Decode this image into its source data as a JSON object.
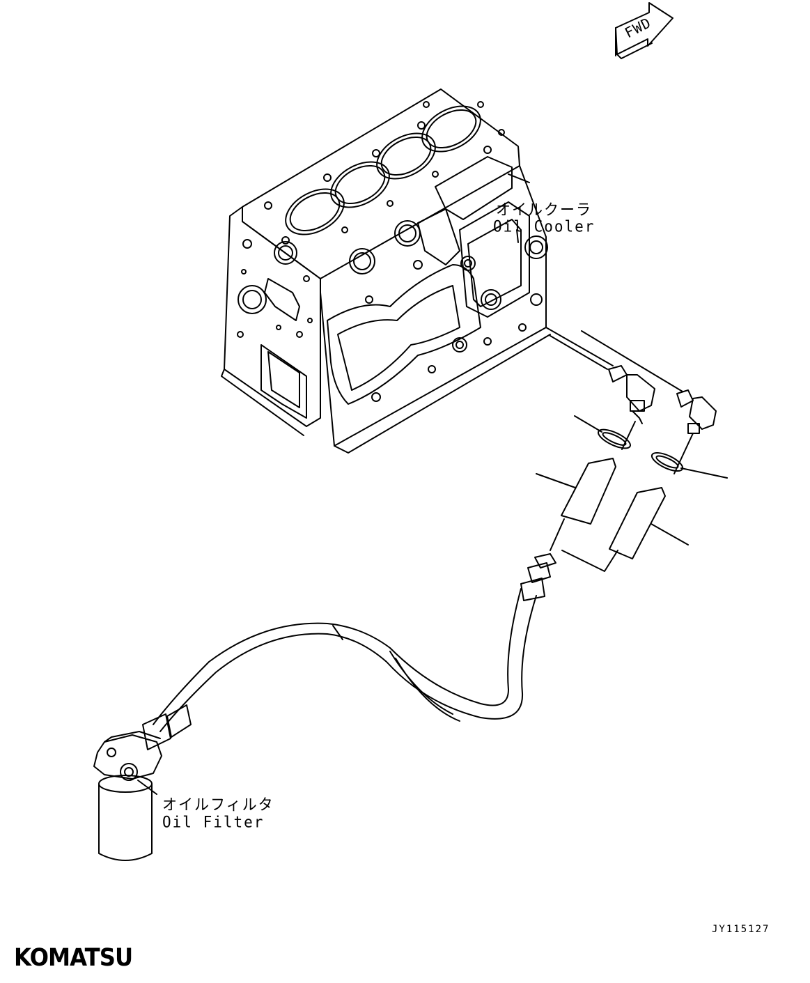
{
  "fwd_indicator": "FWD",
  "labels": {
    "oil_cooler_jp": "オイルクーラ",
    "oil_cooler_en": "Oil Cooler",
    "oil_filter_jp": "オイルフィルタ",
    "oil_filter_en": "Oil Filter"
  },
  "drawing_number": "JY115127",
  "brand": "KOMATSU",
  "colors": {
    "line": "#000000",
    "background": "#ffffff"
  }
}
